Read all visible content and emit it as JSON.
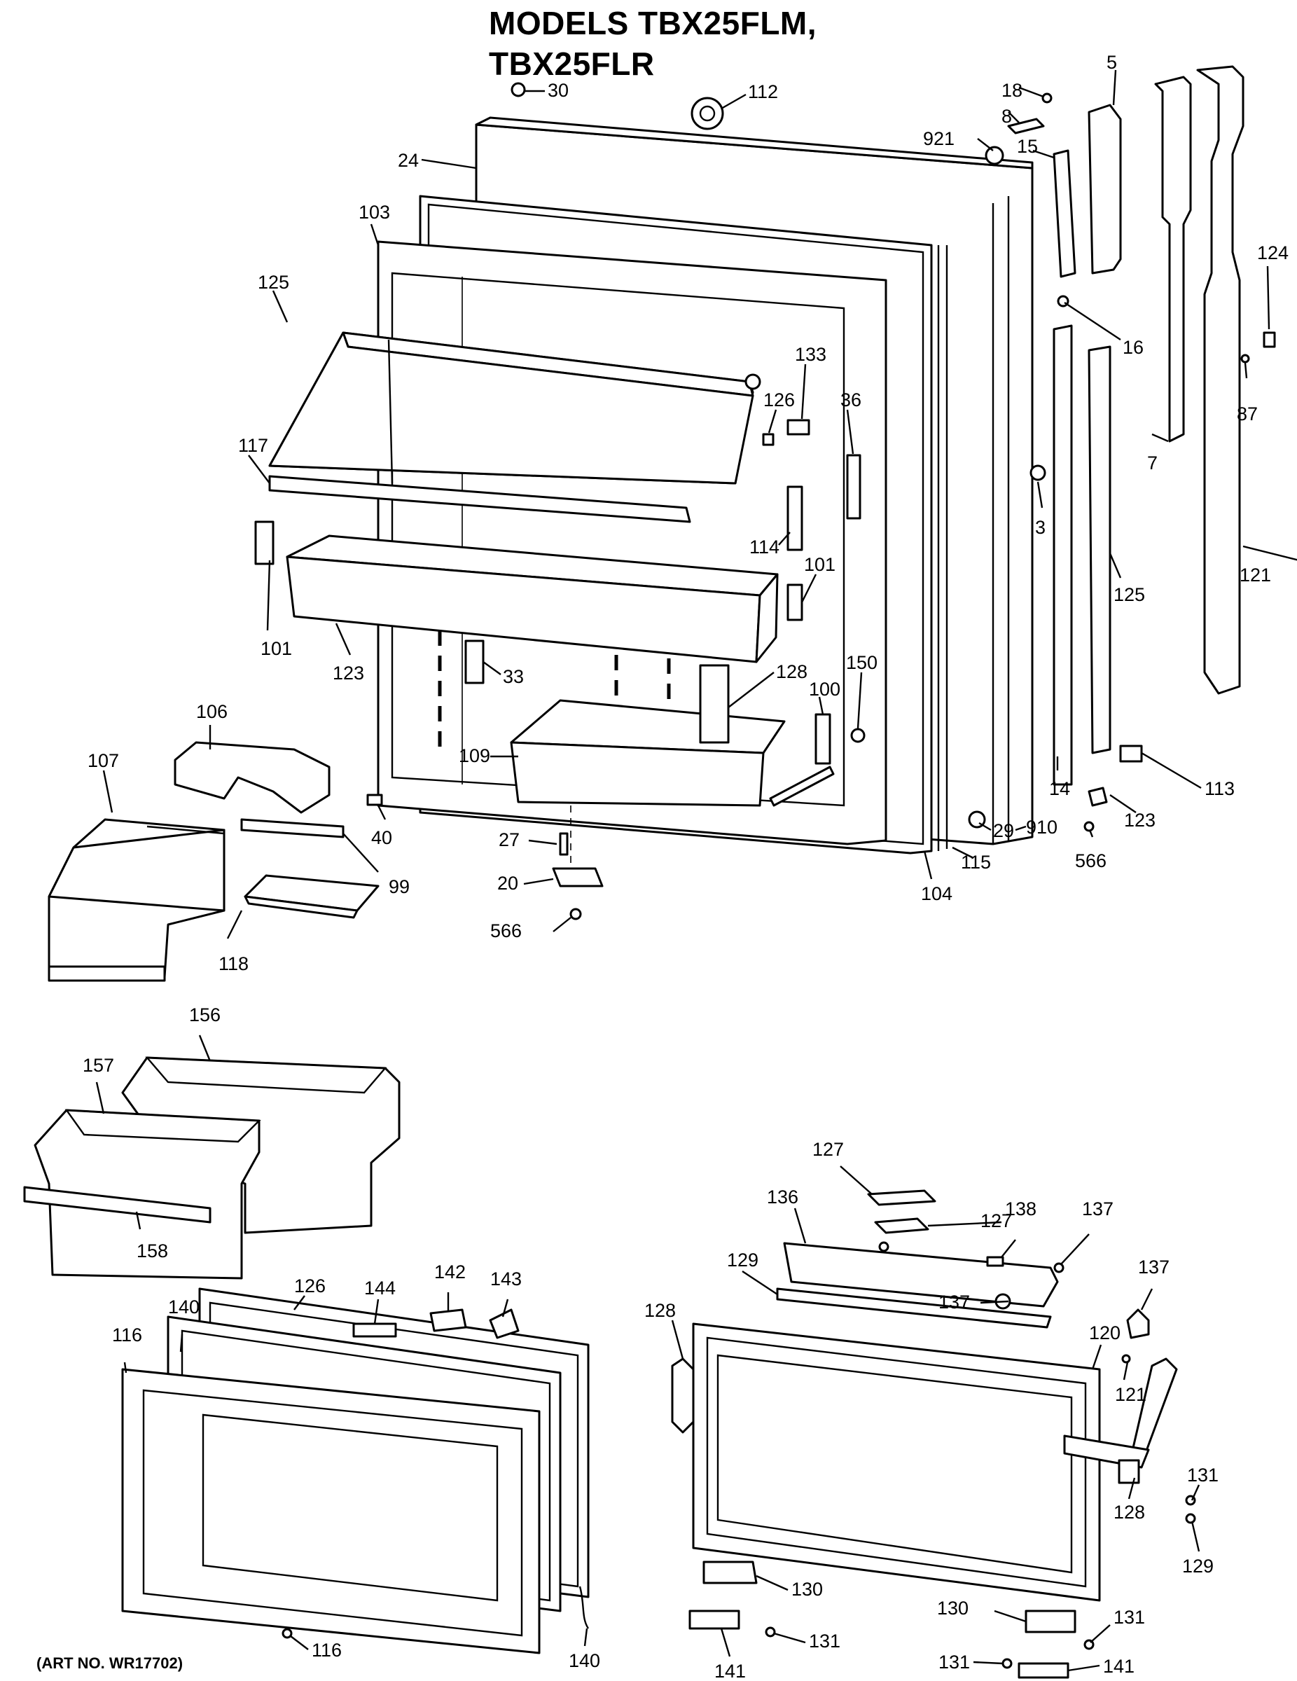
{
  "title": {
    "line1": "MODELS TBX25FLM,",
    "line2": "TBX25FLR"
  },
  "art_number": "(ART NO. WR17702)",
  "callouts": [
    "30",
    "112",
    "18",
    "5",
    "8",
    "921",
    "15",
    "24",
    "103",
    "125",
    "16",
    "124",
    "87",
    "7",
    "133",
    "126",
    "36",
    "117",
    "3",
    "114",
    "101",
    "121",
    "125",
    "101",
    "123",
    "33",
    "150",
    "128",
    "100",
    "106",
    "107",
    "109",
    "14",
    "113",
    "123",
    "40",
    "910",
    "29",
    "27",
    "115",
    "566",
    "99",
    "20",
    "104",
    "566",
    "118",
    "156",
    "157",
    "158",
    "127",
    "136",
    "127",
    "138",
    "137",
    "137",
    "129",
    "137",
    "144",
    "142",
    "143",
    "126",
    "140",
    "116",
    "128",
    "120",
    "121",
    "131",
    "128",
    "129",
    "130",
    "130",
    "131",
    "141",
    "131",
    "131",
    "141",
    "116",
    "140"
  ]
}
